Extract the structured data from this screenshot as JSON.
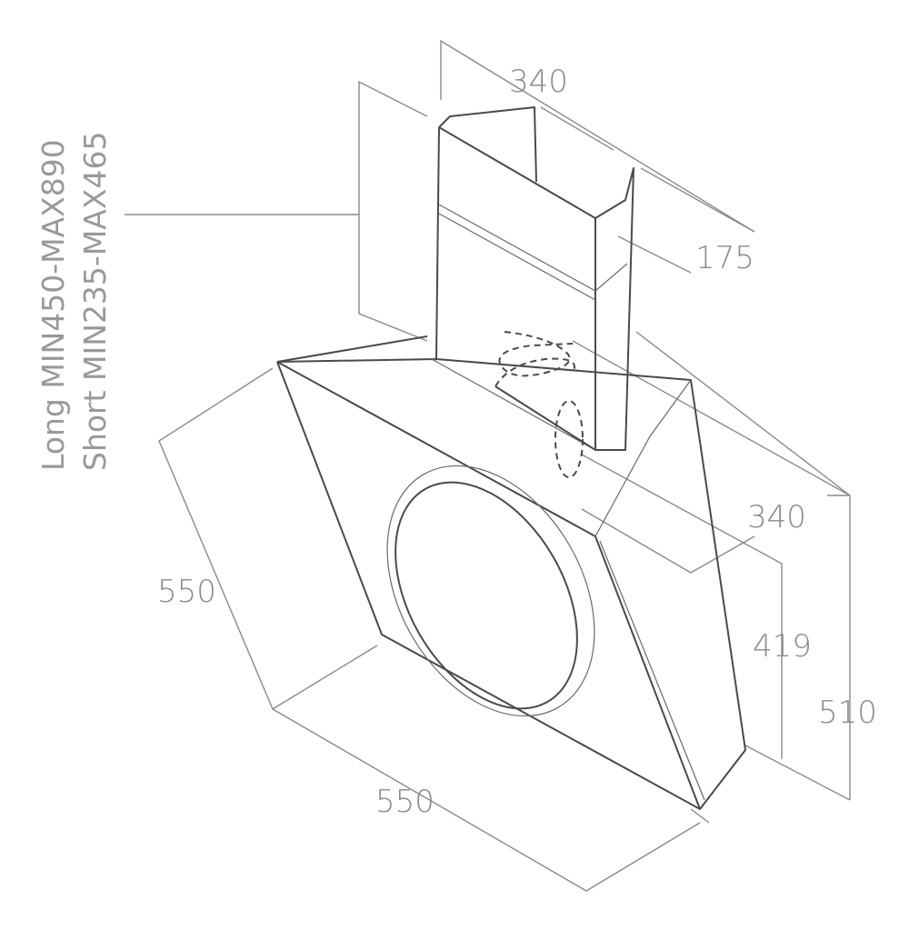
{
  "title": "Range hood dimension diagram",
  "dimensions": {
    "chimney_width": "340",
    "chimney_depth": "175",
    "hood_depth": "340",
    "hood_front_height": "419",
    "hood_total_height": "510",
    "hood_side": "550",
    "hood_width": "550"
  },
  "chimney_lengths": {
    "long": "Long MIN450-MAX890",
    "short": "Short MIN235-MAX465"
  }
}
